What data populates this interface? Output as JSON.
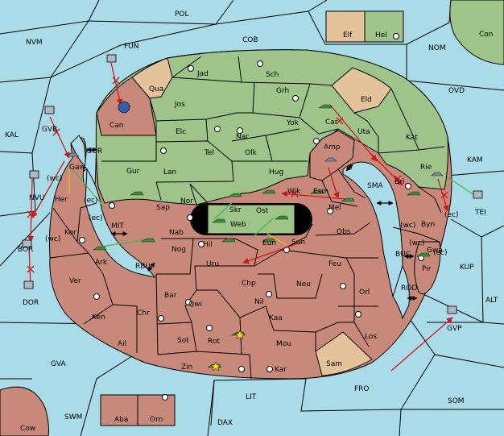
{
  "colors": {
    "sea": "#a9dce8",
    "power_red": "#c9897a",
    "power_green": "#9ec48a",
    "neutral": "#e5c39a",
    "army_icon": "#3a8a3a",
    "fleet_icon": "#7a8a9a",
    "support_line": "#44bb44",
    "convoy_line": "#e0c020",
    "move_arrow": "#cc1a1a"
  },
  "legend": {
    "inset": [
      "Elf",
      "Hel"
    ]
  },
  "sea_labels": {
    "pol": "POL",
    "nvm": "NVM",
    "fun": "FUN",
    "cob": "COB",
    "nom": "NOM",
    "con": "Con",
    "ovd": "OVD",
    "kal": "KAL",
    "kam": "KAM",
    "gor": "GOR",
    "sma": "SMA",
    "mit": "MIT",
    "rbu": "RBU",
    "buc": "BUC",
    "kup": "KUP",
    "rod": "ROD",
    "alt": "ALT",
    "gva": "GVA",
    "fro": "FRO",
    "som": "SOM",
    "lit": "LIT",
    "swm": "SWM",
    "dax": "DAX",
    "cow": "Cow",
    "tei": "TEI",
    "gvp": "GVP",
    "gvb": "GVB",
    "nvu": "NVU",
    "bor": "BOR",
    "dor": "DOR",
    "aba": "Aba",
    "orn": "Orn"
  },
  "land_labels": {
    "jad": "Jad",
    "sch": "Sch",
    "qua": "Qua",
    "jos": "Jos",
    "grh": "Grh",
    "eld": "Eld",
    "can": "Can",
    "elc": "Elc",
    "nar": "Nar",
    "yok": "Yok",
    "car": "Car",
    "uta": "Uta",
    "kat": "Kat",
    "tel": "Tel",
    "olk": "Olk",
    "amp": "Amp",
    "gur": "Gur",
    "lan": "Lan",
    "hug": "Hug",
    "rie": "Rie",
    "nor": "Nor",
    "skr": "Skr",
    "wik": "Wik",
    "esm": "Esm",
    "bri": "Bri",
    "sap": "Sap",
    "web": "Web",
    "ost": "Ost",
    "mel": "Mel",
    "gaw": "Gaw",
    "her": "Her",
    "kor": "Kor",
    "nab": "Nab",
    "obs": "Obs",
    "byn": "Byn",
    "ark": "Ark",
    "hil": "Hil",
    "eun": "Eun",
    "sun": "Sun",
    "nog": "Nog",
    "gwa": "Gwa",
    "pir": "Pir",
    "ver": "Ver",
    "uru": "Uru",
    "feu": "Feu",
    "chp": "Chp",
    "neu": "Neu",
    "bar": "Bar",
    "qwi": "Qwi",
    "nil": "Nil",
    "orl": "Orl",
    "ken": "Ken",
    "chr": "Chr",
    "kaa": "Kaa",
    "ail": "Ail",
    "sot": "Sot",
    "rot": "Rot",
    "mou": "Mou",
    "los": "Los",
    "zin": "Zin",
    "kar": "Kar",
    "sam": "Sam"
  },
  "coast_labels": {
    "gaw_wc": "(wc)",
    "gaw_ec": "(ec)",
    "kor_wc": "(wc)",
    "kor_ec": "(ec)",
    "byn_wc": "(wc)",
    "gwa_wc": "(wc)",
    "gwa_ec": "(ec)",
    "rie_ec": "(ec)"
  }
}
